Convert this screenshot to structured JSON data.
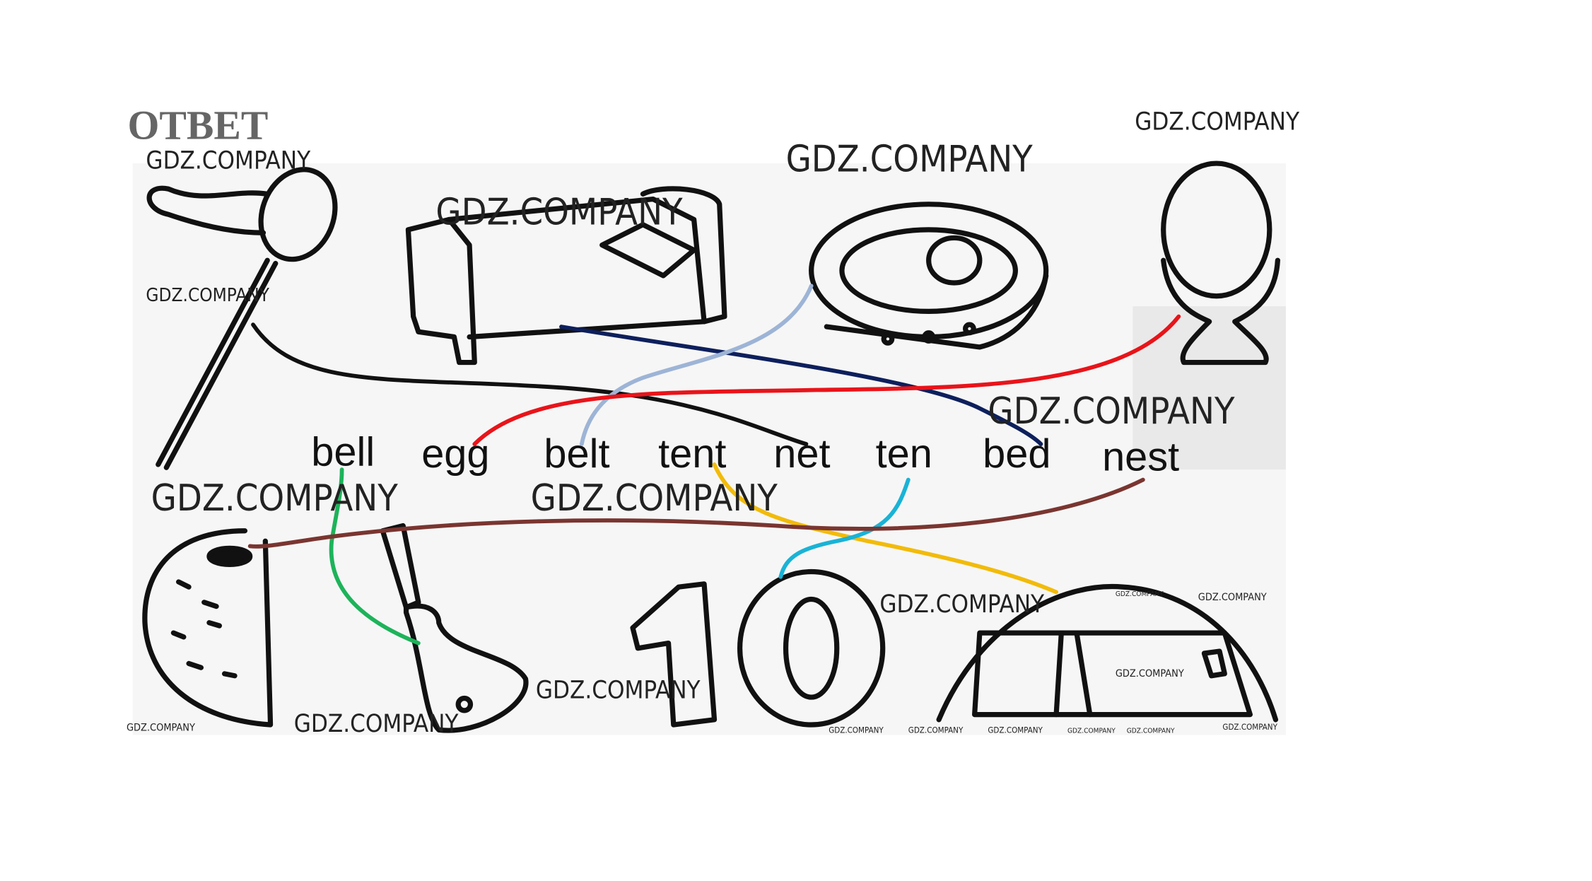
{
  "title": "ОТВЕТ",
  "words": [
    "bell",
    "egg",
    "belt",
    "tent",
    "net",
    "ten",
    "bed",
    "nest"
  ],
  "pictures": [
    "net",
    "bed",
    "belt",
    "egg",
    "nest",
    "bell",
    "ten",
    "tent"
  ],
  "matches": [
    {
      "word": "net",
      "picture": "net",
      "color": "#111111"
    },
    {
      "word": "bed",
      "picture": "bed",
      "color": "#0d1f5c"
    },
    {
      "word": "belt",
      "picture": "belt",
      "color": "#9db4d6"
    },
    {
      "word": "egg",
      "picture": "egg",
      "color": "#e8141a"
    },
    {
      "word": "bell",
      "picture": "bell",
      "color": "#1db35a"
    },
    {
      "word": "tent",
      "picture": "tent",
      "color": "#f2bb0a"
    },
    {
      "word": "ten",
      "picture": "ten",
      "color": "#19b3d6"
    },
    {
      "word": "nest",
      "picture": "nest",
      "color": "#7a3530"
    }
  ],
  "watermark": "GDZ.COMPANY"
}
